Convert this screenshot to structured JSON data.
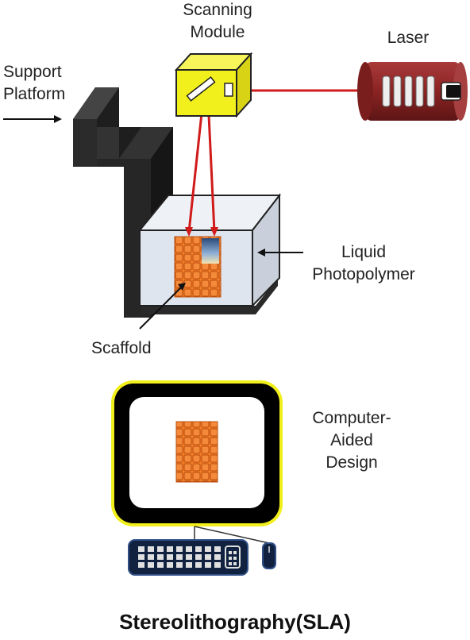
{
  "labels": {
    "scanning_module": [
      "Scanning",
      "Module"
    ],
    "laser": "Laser",
    "support_platform": [
      "Support",
      "Platform"
    ],
    "liquid_photopolymer": [
      "Liquid",
      "Photopolymer"
    ],
    "scaffold": "Scaffold",
    "cad": [
      "Computer-",
      "Aided",
      "Design"
    ]
  },
  "title": "Stereolithography(SLA)",
  "colors": {
    "scanner": "#f1ef1c",
    "laser_body": "#8b2323",
    "beam": "#d11a1a",
    "platform": "#262626",
    "tank": "#d9e0ea",
    "scaffold": "#f07a28",
    "monitor_frame": "#000000",
    "monitor_rim": "#f1ef1c"
  }
}
